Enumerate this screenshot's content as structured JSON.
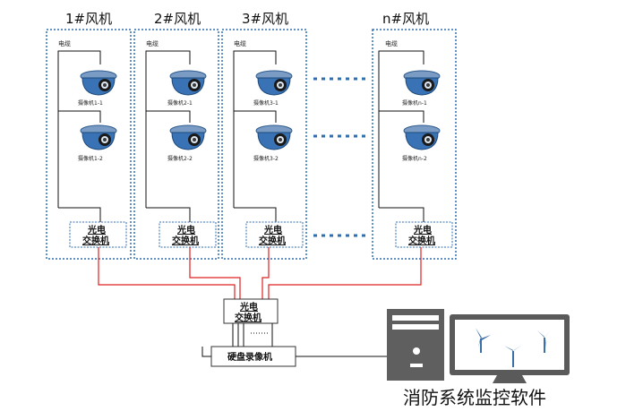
{
  "turbines": [
    {
      "title": "1#风机",
      "cable": "电缆",
      "cam1": "摄像机1-1",
      "cam2": "摄像机1-2",
      "switch_line1": "光电",
      "switch_line2": "交换机"
    },
    {
      "title": "2#风机",
      "cable": "电缆",
      "cam1": "摄像机2-1",
      "cam2": "摄像机2-2",
      "switch_line1": "光电",
      "switch_line2": "交换机"
    },
    {
      "title": "3#风机",
      "cable": "电缆",
      "cam1": "摄像机3-1",
      "cam2": "摄像机3-2",
      "switch_line1": "光电",
      "switch_line2": "交换机"
    },
    {
      "title": "n#风机",
      "cable": "电缆",
      "cam1": "摄像机n-1",
      "cam2": "摄像机n-2",
      "switch_line1": "光电",
      "switch_line2": "交换机"
    }
  ],
  "core_switch": {
    "line1": "光电",
    "line2": "交换机"
  },
  "nvr": {
    "label": "硬盘录像机"
  },
  "software": {
    "label": "消防系统监控软件"
  },
  "colors": {
    "dotted_border": "#2e6fb0",
    "fiber": "#e02020",
    "camera_blue": "#3a73b5",
    "monitor_frame": "#5a5a5a"
  }
}
